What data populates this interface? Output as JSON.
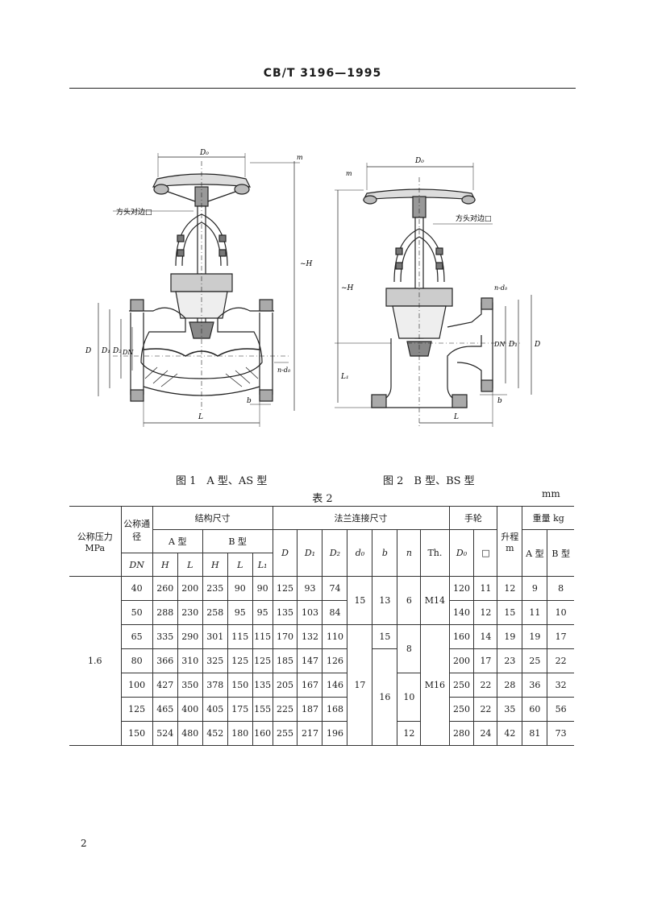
{
  "header": {
    "title": "CB/T 3196—1995"
  },
  "figure1": {
    "caption": "图 1　A 型、AS 型",
    "callout": "方头对边□",
    "labels": {
      "D0": "D₀",
      "m": "m",
      "H": "~H",
      "D": "D",
      "D1": "D₁",
      "D2": "D₂",
      "DN": "DN",
      "nd0": "n-d₀",
      "b": "b",
      "L": "L"
    }
  },
  "figure2": {
    "caption": "图 2　B 型、BS 型",
    "callout": "方头对边□",
    "labels": {
      "D0": "D₀",
      "m": "m",
      "H": "~H",
      "L1": "L₁",
      "nd0": "n-d₀",
      "DN": "DN",
      "D1": "D₁",
      "D": "D",
      "b": "b",
      "L": "L"
    }
  },
  "table": {
    "title": "表 2",
    "unit": "mm",
    "headers": {
      "pressure": "公称压力 MPa",
      "dn": "公称通径",
      "dn_sym": "DN",
      "structure": "结构尺寸",
      "type_a": "A 型",
      "type_b": "B 型",
      "flange": "法兰连接尺寸",
      "handwheel": "手轮",
      "lift": "升程",
      "lift_unit": "m",
      "weight": "重量 kg",
      "w_a": "A 型",
      "w_b": "B 型",
      "H": "H",
      "L": "L",
      "L1": "L₁",
      "D": "D",
      "D1": "D₁",
      "D2": "D₂",
      "d0": "d₀",
      "b": "b",
      "n": "n",
      "Th": "Th.",
      "D0": "D₀",
      "square": "□"
    },
    "pressure_value": "1.6",
    "rows": [
      {
        "DN": "40",
        "AH": "260",
        "AL": "200",
        "BH": "235",
        "BL": "90",
        "BL1": "90",
        "D": "125",
        "D1": "93",
        "D2": "74",
        "D0": "120",
        "sq": "11",
        "lift": "12",
        "wA": "9",
        "wB": "8"
      },
      {
        "DN": "50",
        "AH": "288",
        "AL": "230",
        "BH": "258",
        "BL": "95",
        "BL1": "95",
        "D": "135",
        "D1": "103",
        "D2": "84",
        "D0": "140",
        "sq": "12",
        "lift": "15",
        "wA": "11",
        "wB": "10"
      },
      {
        "DN": "65",
        "AH": "335",
        "AL": "290",
        "BH": "301",
        "BL": "115",
        "BL1": "115",
        "D": "170",
        "D1": "132",
        "D2": "110",
        "D0": "160",
        "sq": "14",
        "lift": "19",
        "wA": "19",
        "wB": "17"
      },
      {
        "DN": "80",
        "AH": "366",
        "AL": "310",
        "BH": "325",
        "BL": "125",
        "BL1": "125",
        "D": "185",
        "D1": "147",
        "D2": "126",
        "D0": "200",
        "sq": "17",
        "lift": "23",
        "wA": "25",
        "wB": "22"
      },
      {
        "DN": "100",
        "AH": "427",
        "AL": "350",
        "BH": "378",
        "BL": "150",
        "BL1": "135",
        "D": "205",
        "D1": "167",
        "D2": "146",
        "D0": "250",
        "sq": "22",
        "lift": "28",
        "wA": "36",
        "wB": "32"
      },
      {
        "DN": "125",
        "AH": "465",
        "AL": "400",
        "BH": "405",
        "BL": "175",
        "BL1": "155",
        "D": "225",
        "D1": "187",
        "D2": "168",
        "D0": "250",
        "sq": "22",
        "lift": "35",
        "wA": "60",
        "wB": "56"
      },
      {
        "DN": "150",
        "AH": "524",
        "AL": "480",
        "BH": "452",
        "BL": "180",
        "BL1": "160",
        "D": "255",
        "D1": "217",
        "D2": "196",
        "D0": "280",
        "sq": "24",
        "lift": "42",
        "wA": "81",
        "wB": "73"
      }
    ],
    "merged": {
      "d0_top": "15",
      "b_top": "13",
      "n_top": "6",
      "th_top": "M14",
      "b_65": "15",
      "n_65": "8",
      "d0_bottom": "17",
      "b_bottom": "16",
      "n_bottom": "10",
      "th_bottom": "M16",
      "n_150": "12"
    }
  },
  "footer": {
    "page": "2"
  }
}
